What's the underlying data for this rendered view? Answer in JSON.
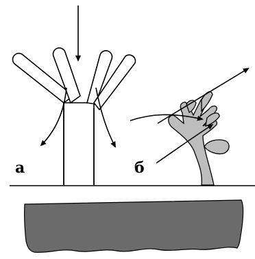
{
  "labels": {
    "left": "а",
    "right": "б"
  },
  "colors": {
    "ink": "#000000",
    "background": "#ffffff",
    "leaf_fill": "#bdbdbd",
    "ground_fill": "#6b6b6b"
  },
  "icons": {
    "left_figure": "branching-vessel",
    "right_figure": "hand-shaped-organism",
    "ground": "substrate-block"
  }
}
